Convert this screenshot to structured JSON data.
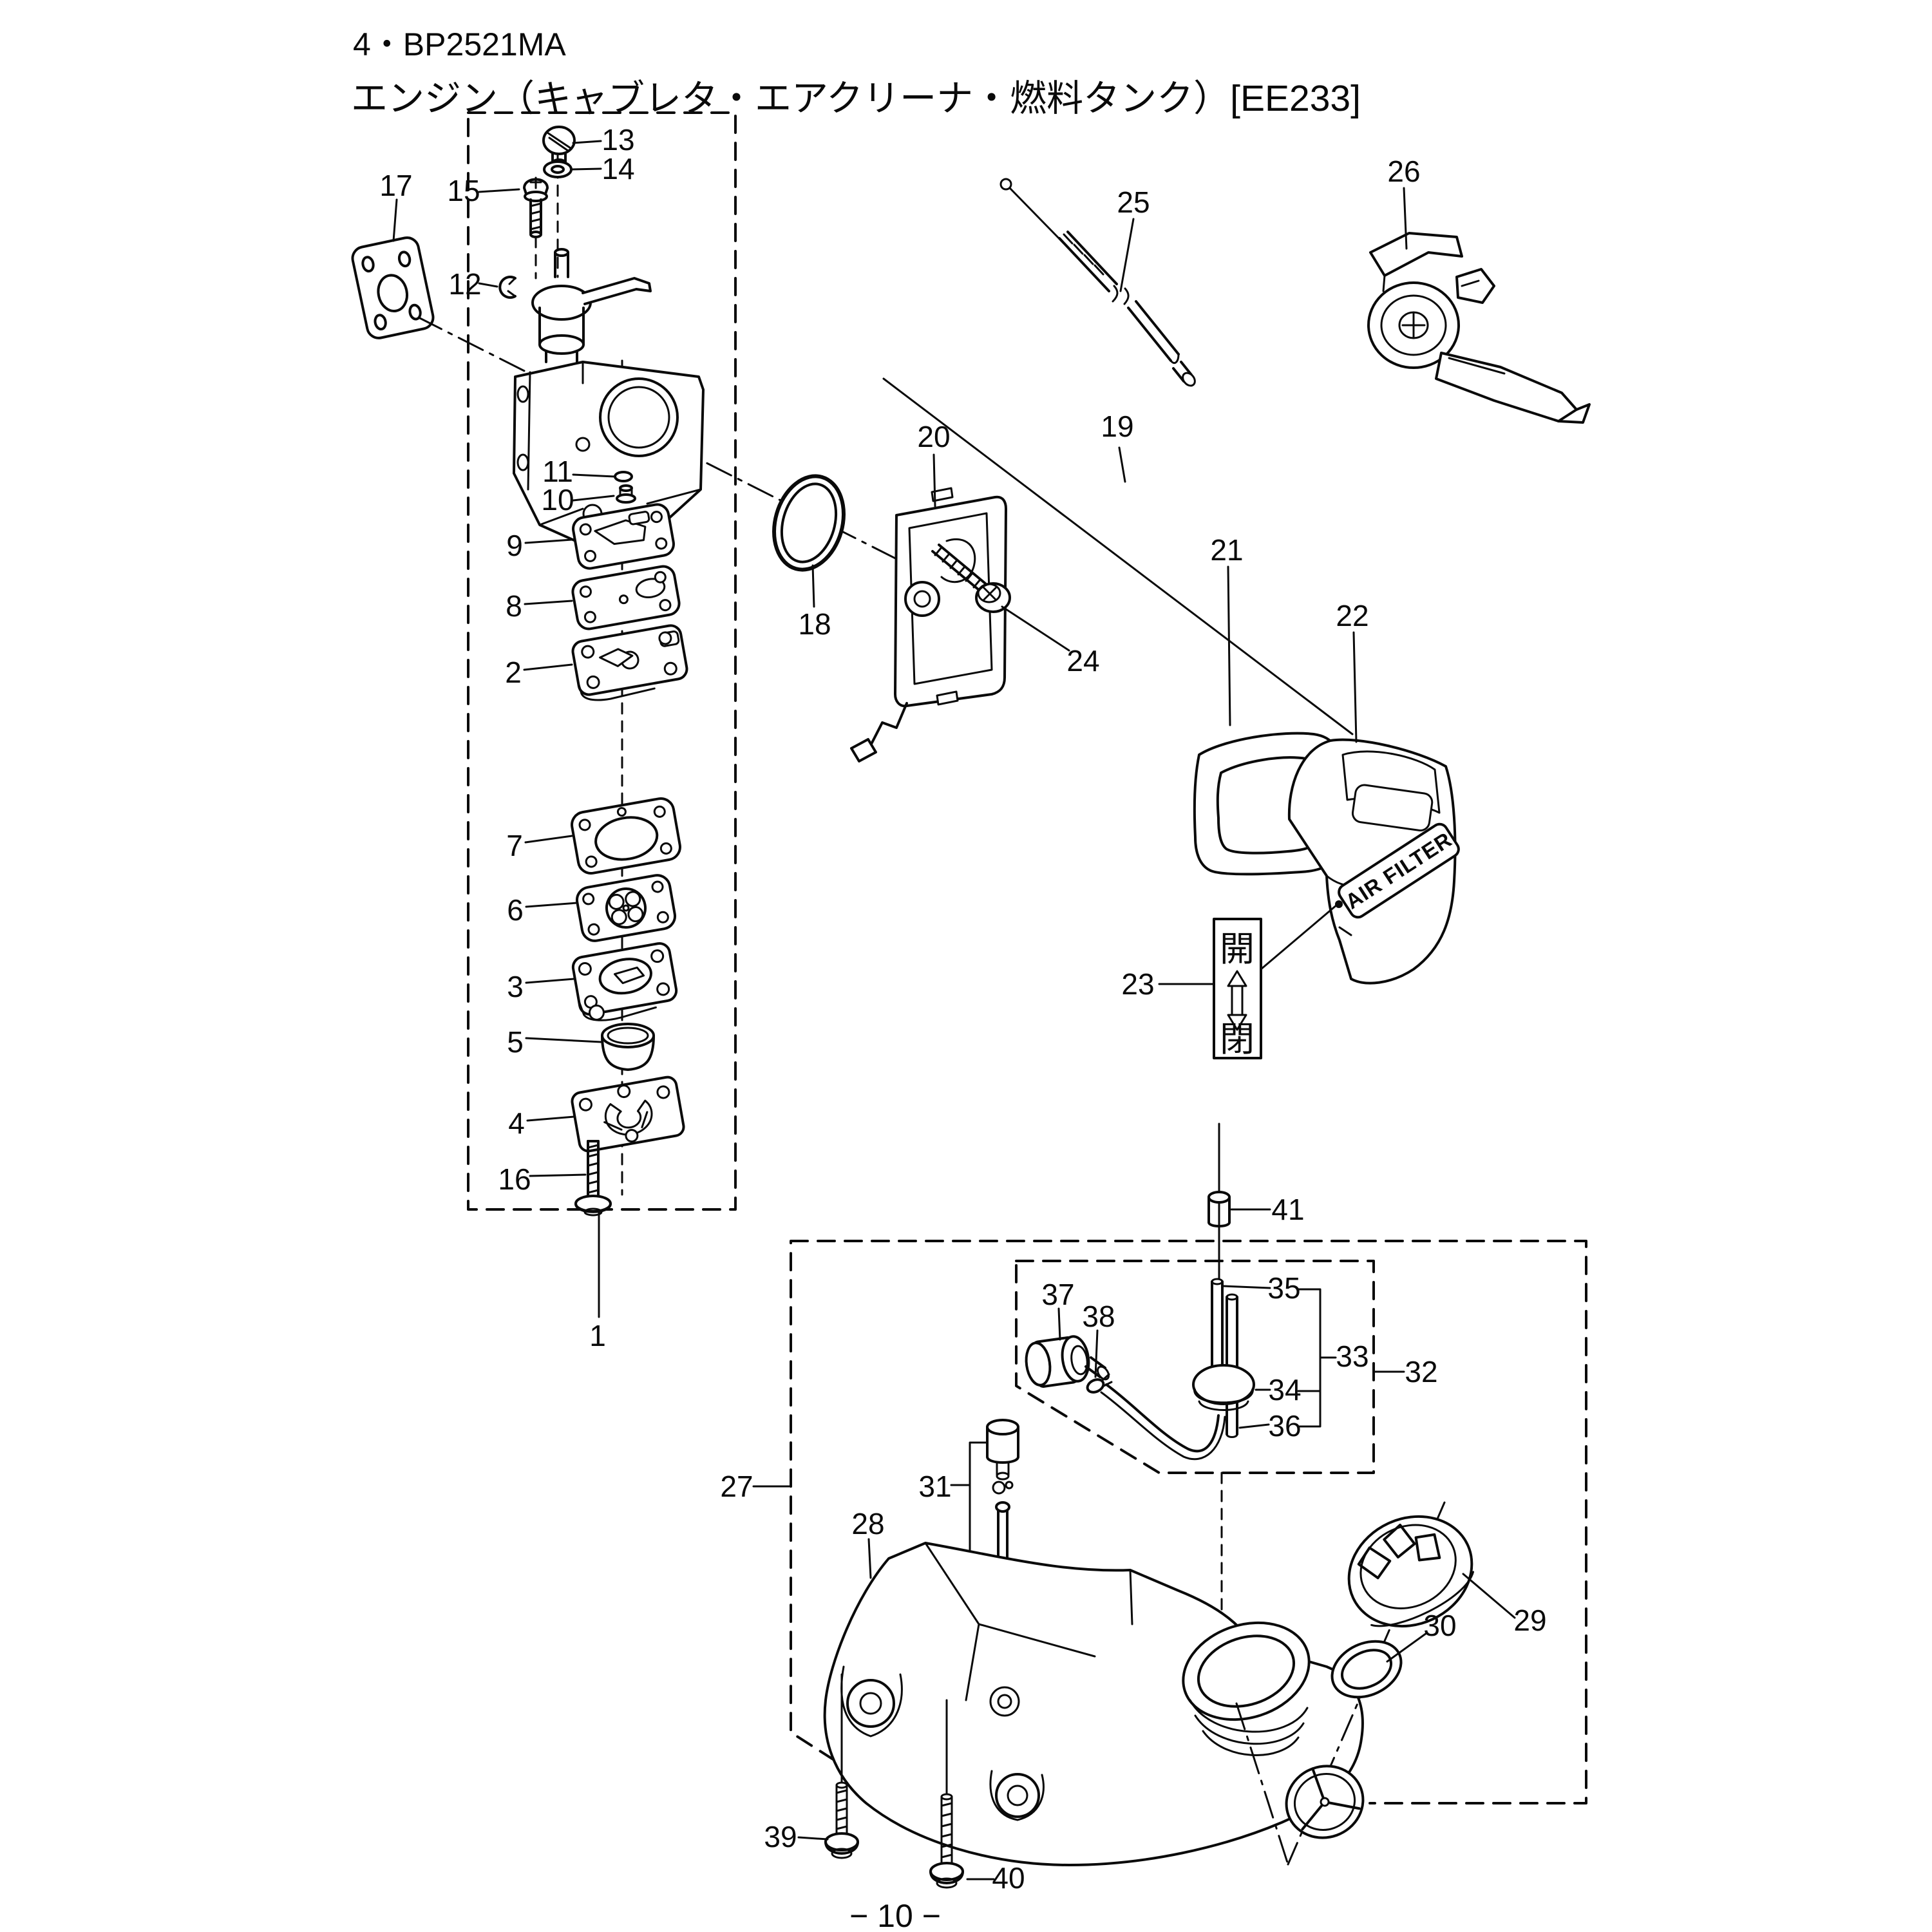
{
  "header": {
    "model": "4・BP2521MA",
    "title": "エンジン（キャブレタ・エアクリーナ・燃料タンク）[EE233]"
  },
  "footer": {
    "page": "− 10 −"
  },
  "diagram": {
    "air_filter_text": "AIR FILTER",
    "open_close": {
      "open": "開",
      "close": "閉"
    },
    "parts": {
      "1": "1",
      "2": "2",
      "3": "3",
      "4": "4",
      "5": "5",
      "6": "6",
      "7": "7",
      "8": "8",
      "9": "9",
      "10": "10",
      "11": "11",
      "12": "12",
      "13": "13",
      "14": "14",
      "15": "15",
      "16": "16",
      "17": "17",
      "18": "18",
      "19": "19",
      "20": "20",
      "21": "21",
      "22": "22",
      "23": "23",
      "24": "24",
      "25": "25",
      "26": "26",
      "27": "27",
      "28": "28",
      "29": "29",
      "30": "30",
      "31": "31",
      "32": "32",
      "33": "33",
      "34": "34",
      "35": "35",
      "36": "36",
      "37": "37",
      "38": "38",
      "39": "39",
      "40": "40",
      "41": "41"
    }
  }
}
